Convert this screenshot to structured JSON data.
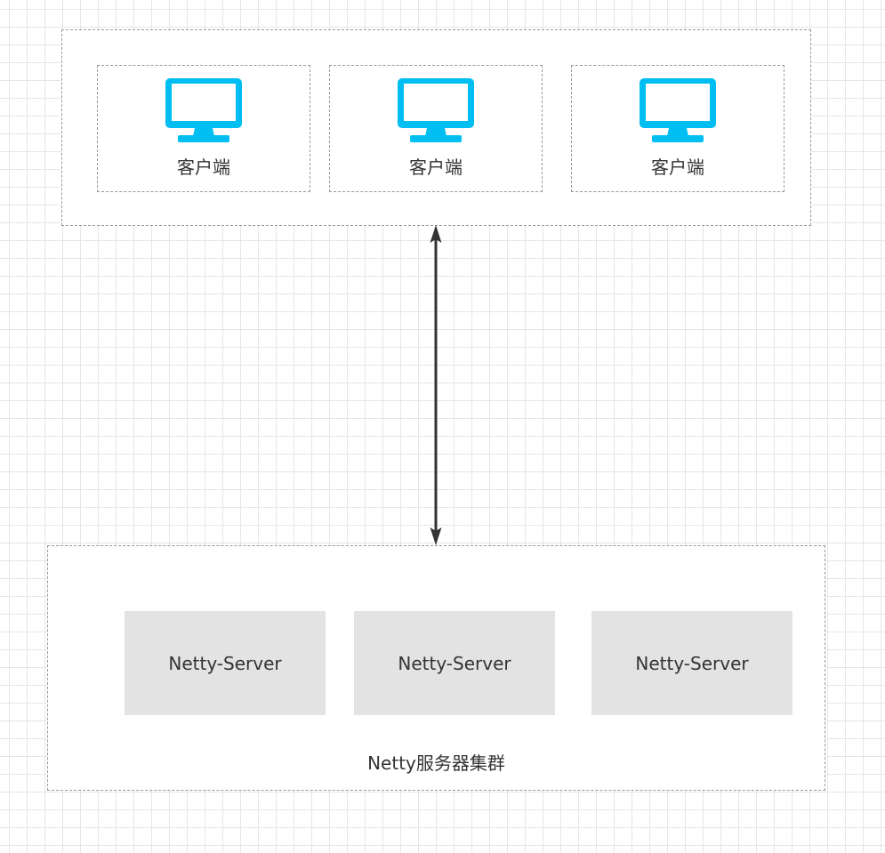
{
  "clients": {
    "items": [
      {
        "label": "客户端",
        "icon": "monitor-icon"
      },
      {
        "label": "客户端",
        "icon": "monitor-icon"
      },
      {
        "label": "客户端",
        "icon": "monitor-icon"
      }
    ]
  },
  "servers": {
    "items": [
      {
        "label": "Netty-Server"
      },
      {
        "label": "Netty-Server"
      },
      {
        "label": "Netty-Server"
      }
    ],
    "cluster_label": "Netty服务器集群"
  },
  "colors": {
    "monitor": "#00bef2",
    "server_fill": "#e3e3e3",
    "border": "#9a9a9a",
    "arrow": "#333333"
  }
}
